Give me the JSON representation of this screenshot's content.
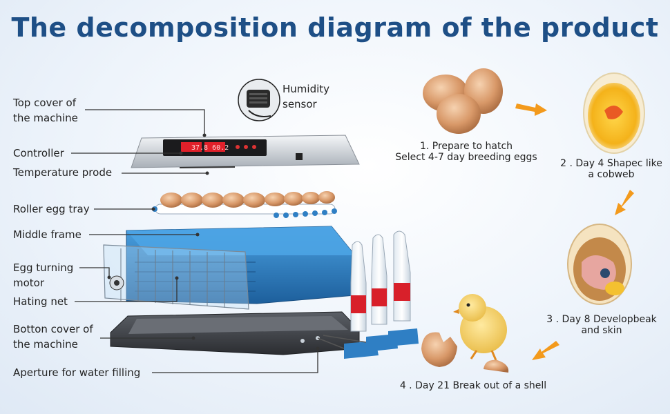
{
  "title": "The decomposition diagram of the product",
  "parts": [
    {
      "key": "top_cover",
      "label": "Top cover of\nthe machine"
    },
    {
      "key": "controller",
      "label": "Controller"
    },
    {
      "key": "temperature_probe",
      "label": "Temperature prode"
    },
    {
      "key": "roller_tray",
      "label": "Roller egg tray"
    },
    {
      "key": "middle_frame",
      "label": "Middle frame"
    },
    {
      "key": "turning_motor",
      "label": "Egg turning\nmotor"
    },
    {
      "key": "hatching_net",
      "label": "Hating net"
    },
    {
      "key": "bottom_cover",
      "label": "Botton cover of\nthe machine"
    },
    {
      "key": "water_aperture",
      "label": "Aperture for water filling"
    },
    {
      "key": "humidity_sensor",
      "label": "Humidity\nsensor"
    }
  ],
  "controller_display": "37.8 60.2",
  "stages": [
    {
      "label": "1. Prepare to hatch\nSelect 4-7 day breeding eggs"
    },
    {
      "label": "2 . Day 4 Shapec like\na cobweb"
    },
    {
      "label": "3 . Day 8 Developbeak\nand skin"
    },
    {
      "label": "4 . Day 21 Break out of a shell"
    }
  ],
  "colors": {
    "title": "#1e4f86",
    "arrow": "#f39a1c",
    "frame_blue": "#2f7fc4",
    "water_red": "#d8202a"
  }
}
